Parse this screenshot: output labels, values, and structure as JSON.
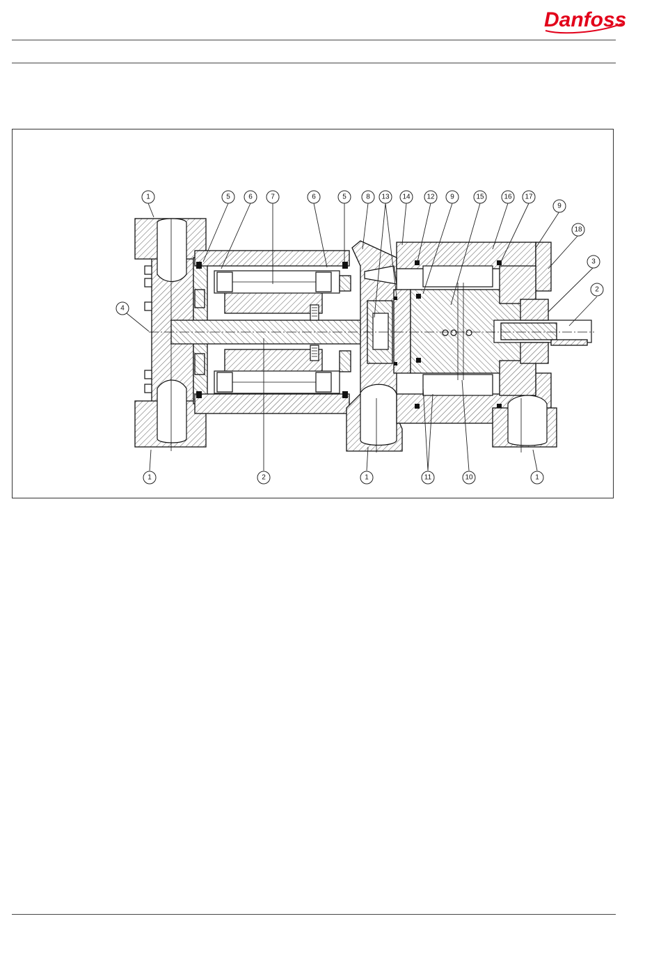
{
  "header": {
    "brand": "Danfoss",
    "brand_color": "#e2001a"
  },
  "diagram": {
    "callouts_top": [
      "1",
      "5",
      "6",
      "7",
      "6",
      "5",
      "8",
      "13",
      "14",
      "12",
      "9",
      "15",
      "16",
      "17",
      "9",
      "18",
      "3",
      "2"
    ],
    "callouts_left": [
      "4"
    ],
    "callouts_bottom": [
      "1",
      "2",
      "1",
      "11",
      "10",
      "1"
    ]
  }
}
